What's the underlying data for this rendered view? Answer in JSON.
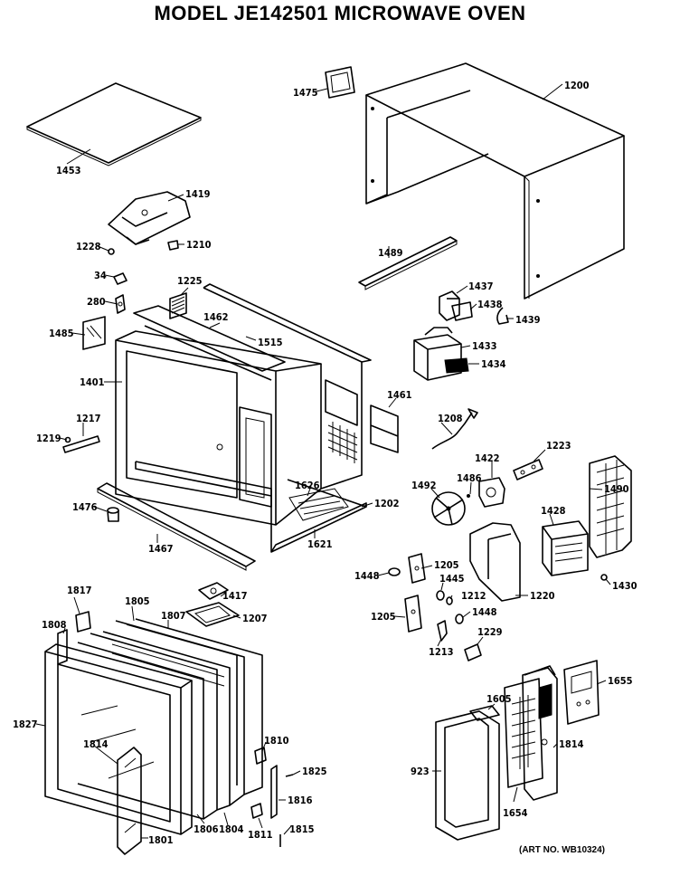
{
  "title": "MODEL JE142501  MICROWAVE OVEN",
  "art_no": "(ART NO. WB10324)",
  "labels": {
    "p1475": "1475",
    "p1200": "1200",
    "p1453": "1453",
    "p1419": "1419",
    "p1228a": "1228",
    "p1210": "1210",
    "p1489": "1489",
    "p34": "34",
    "p280": "280",
    "p1225": "1225",
    "p1462": "1462",
    "p1515": "1515",
    "p1485": "1485",
    "p1437": "1437",
    "p1438": "1438",
    "p1439": "1439",
    "p1433": "1433",
    "p1434": "1434",
    "p1401": "1401",
    "p1461": "1461",
    "p1208": "1208",
    "p1217": "1217",
    "p1219": "1219",
    "p1223": "1223",
    "p1422": "1422",
    "p1486": "1486",
    "p1492": "1492",
    "p1490": "1490",
    "p1626": "1626",
    "p1202": "1202",
    "p1476": "1476",
    "p1428": "1428",
    "p1621": "1621",
    "p1467": "1467",
    "p1205a": "1205",
    "p1448a": "1448",
    "p1445": "1445",
    "p1430": "1430",
    "p1212": "1212",
    "p1220": "1220",
    "p1817": "1817",
    "p1805": "1805",
    "p1807": "1807",
    "p1417": "1417",
    "p1808": "1808",
    "p1207": "1207",
    "p1205b": "1205",
    "p1448b": "1448",
    "p1213": "1213",
    "p1229": "1229",
    "p1655": "1655",
    "p1827": "1827",
    "p1810": "1810",
    "p1814a": "1814",
    "p1605": "1605",
    "p1814b": "1814",
    "p1825": "1825",
    "p923": "923",
    "p1816": "1816",
    "p1654": "1654",
    "p1806": "1806",
    "p1804": "1804",
    "p1811": "1811",
    "p1815": "1815",
    "p1801": "1801"
  }
}
